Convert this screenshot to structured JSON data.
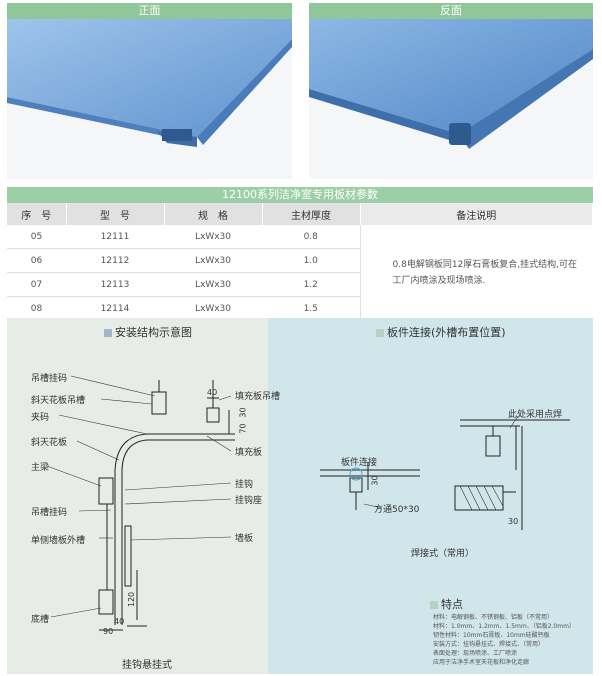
{
  "photos": {
    "front_label": "正面",
    "back_label": "反面"
  },
  "table": {
    "title": "12100系列洁净室专用板材参数",
    "headers": [
      "序　号",
      "型　号",
      "规　格",
      "主材厚度",
      "备注说明"
    ],
    "rows": [
      {
        "no": "05",
        "model": "12111",
        "spec": "LxWx30",
        "thickness": "0.8"
      },
      {
        "no": "06",
        "model": "12112",
        "spec": "LxWx30",
        "thickness": "1.0"
      },
      {
        "no": "07",
        "model": "12113",
        "spec": "LxWx30",
        "thickness": "1.2"
      },
      {
        "no": "08",
        "model": "12114",
        "spec": "LxWx30",
        "thickness": "1.5"
      }
    ],
    "remark": "0.8电解钢板同12厚石膏板复合,挂式结构,可在工厂内喷涂及现场喷涂."
  },
  "install": {
    "title": "安装结构示意图",
    "labels": {
      "hanging_code": "吊槽挂码",
      "slant_groove": "斜天花板吊槽",
      "clamp": "夹码",
      "slant_ceiling": "斜天花板",
      "main_beam": "主梁",
      "hanging_code2": "吊槽挂码",
      "single_side": "单侧墙板外槽",
      "bottom_groove": "底槽",
      "fill_groove": "填充板吊槽",
      "fill_panel": "填充板",
      "hook": "挂钩",
      "hook_seat": "挂钩座",
      "wall_panel": "墙板",
      "caption": "挂钩悬挂式"
    },
    "dims": {
      "d40": "40",
      "d30": "30",
      "d70": "70",
      "d120": "120",
      "d90": "90",
      "d40b": "40"
    }
  },
  "connect": {
    "title": "板件连接(外槽布置位置)",
    "label_connect": "板件连接",
    "label_tube": "方通50*30",
    "label_weld": "此处采用点焊",
    "dim_30a": "30",
    "dim_30b": "30",
    "caption": "焊接式（常用）"
  },
  "features": {
    "title": "特点",
    "lines": [
      "材料：电解钢板、不锈钢板、铝板（不常用）",
      "材料：1.0mm、1.2mm、1.5mm、（铝板2.0mm）",
      "韧性材料：10mm石膏板、10mm硅酸钙板",
      "安装方式：挂钩悬挂式、焊接式、（常用）",
      "表面处理：现场喷涂、工厂喷涂",
      "应用于洁净手术室天花板和净化走廊"
    ]
  },
  "colors": {
    "header_green": "#8fc79a",
    "panel_blue": "#6b9ed6",
    "diagram_bg": "#e8ece7",
    "connect_bg": "#d1e6ea"
  }
}
